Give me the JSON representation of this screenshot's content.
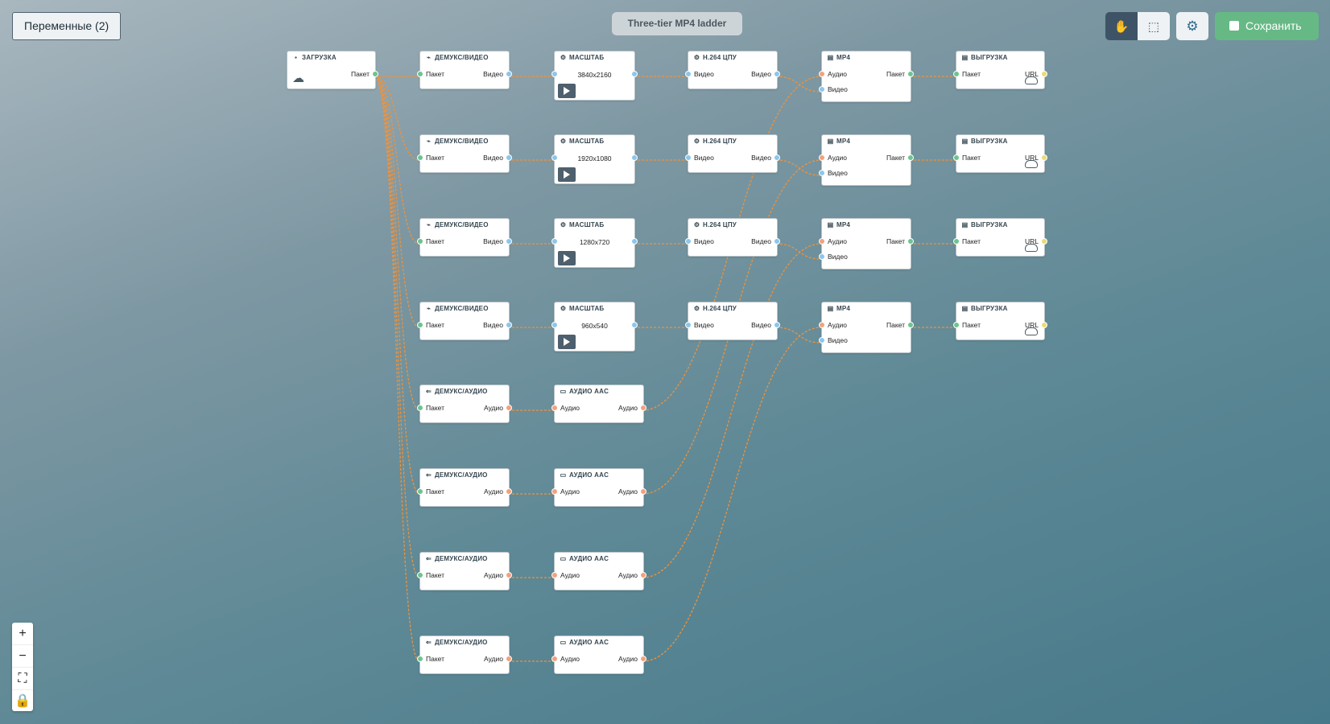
{
  "toolbar": {
    "variables_label": "Переменные (2)",
    "title": "Three-tier MP4 ladder",
    "save_label": "Сохранить",
    "pan_icon": "hand-icon",
    "select_icon": "selection-icon",
    "settings_icon": "gear-icon"
  },
  "zoom": {
    "in": "+",
    "out": "−",
    "fit": "⛶",
    "lock": "🔒"
  },
  "colors": {
    "wire": "#f0923a",
    "port_packet": "#6cc48f",
    "port_video": "#8cc6ec",
    "port_audio": "#f1a27e",
    "port_url": "#e8dd73",
    "save": "#66b985",
    "pan_active": "#3f5366"
  },
  "nodes": {
    "upload": {
      "title": "ЗАГРУЗКА",
      "out": "Пакет"
    },
    "demux_video": {
      "title": "ДЕМУКС/ВИДЕО",
      "in": "Пакет",
      "out": "Видео"
    },
    "scale": {
      "title": "МАСШТАБ"
    },
    "encoder": {
      "title": "H.264 ЦПУ",
      "in": "Видео",
      "out": "Видео"
    },
    "mp4": {
      "title": "MP4",
      "in_audio": "Аудио",
      "in_video": "Видео",
      "out": "Пакет"
    },
    "export": {
      "title": "ВЫГРУЗКА",
      "in": "Пакет",
      "out": "URL"
    },
    "demux_audio": {
      "title": "ДЕМУКС/АУДИО",
      "in": "Пакет",
      "out": "Аудио"
    },
    "aac": {
      "title": "АУДИО AAC",
      "in": "Аудио",
      "out": "Аудио"
    }
  },
  "resolutions": [
    "3840x2160",
    "1920x1080",
    "1280x720",
    "960x540"
  ]
}
